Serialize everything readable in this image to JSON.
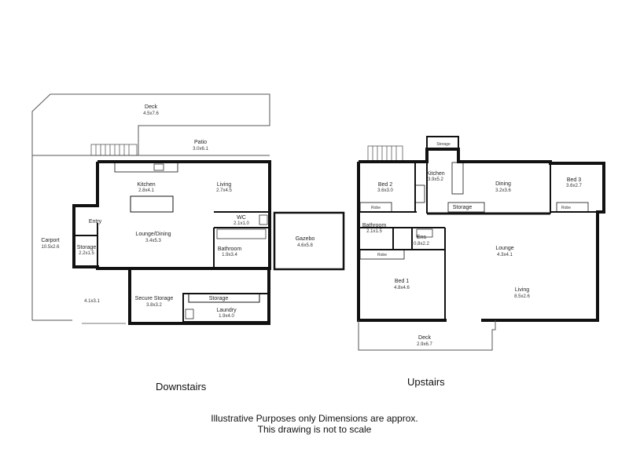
{
  "downstairs": {
    "title": "Downstairs",
    "rooms": {
      "deck": {
        "name": "Deck",
        "dims": "4.5x7.6"
      },
      "patio": {
        "name": "Patio",
        "dims": "3.0x6.1"
      },
      "kitchen": {
        "name": "Kitchen",
        "dims": "2.8x4.1"
      },
      "living": {
        "name": "Living",
        "dims": "2.7x4.5"
      },
      "wc": {
        "name": "WC",
        "dims": "2.1x1.0"
      },
      "entry": {
        "name": "Entry"
      },
      "lounge_dining": {
        "name": "Lounge/Dining",
        "dims": "3.4x5.3"
      },
      "bathroom": {
        "name": "Bathroom",
        "dims": "1.9x3.4"
      },
      "gazebo": {
        "name": "Gazebo",
        "dims": "4.6x5.8"
      },
      "carport": {
        "name": "Carport",
        "dims": "10.5x2.6"
      },
      "storage": {
        "name": "Storage",
        "dims": "2.2x1.5"
      },
      "carport_extra": {
        "dims": "4.1x3.1"
      },
      "secure_storage": {
        "name": "Secure Storage",
        "dims": "3.8x3.2"
      },
      "laundry_storage": {
        "name": "Storage"
      },
      "laundry": {
        "name": "Laundry",
        "dims": "1.9x4.0"
      }
    }
  },
  "upstairs": {
    "title": "Upstairs",
    "rooms": {
      "storage": {
        "name": "Storage"
      },
      "bed2": {
        "name": "Bed 2",
        "dims": "3.6x3.0"
      },
      "robe_bed2": {
        "name": "Robe"
      },
      "kitchen": {
        "name": "Kitchen",
        "dims": "3.9x5.2"
      },
      "dining": {
        "name": "Dining",
        "dims": "3.2x3.6"
      },
      "dining_storage": {
        "name": "Storage"
      },
      "bed3": {
        "name": "Bed 3",
        "dims": "3.6x2.7"
      },
      "robe_bed3": {
        "name": "Robe"
      },
      "bathroom": {
        "name": "Bathroom",
        "dims": "2.1x1.5"
      },
      "ens": {
        "name": "Ens",
        "dims": "0.8x2.2"
      },
      "robe_bed1": {
        "name": "Robe"
      },
      "lounge": {
        "name": "Lounge",
        "dims": "4.3x4.1"
      },
      "bed1": {
        "name": "Bed 1",
        "dims": "4.8x4.6"
      },
      "living": {
        "name": "Living",
        "dims": "8.5x2.6"
      },
      "deck": {
        "name": "Deck",
        "dims": "2.9x6.7"
      }
    }
  },
  "disclaimer": {
    "line1": "Illustrative Purposes only Dimensions are approx.",
    "line2": "This drawing is not to scale"
  }
}
